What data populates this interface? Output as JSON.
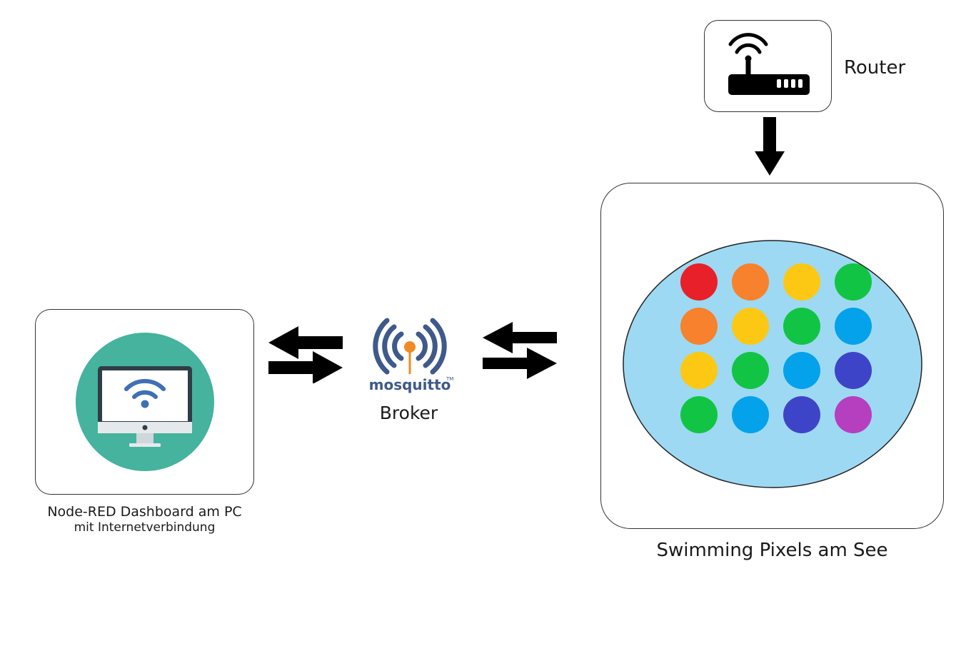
{
  "pc": {
    "title": "Node-RED Dashboard am PC",
    "subtitle": "mit Internetverbindung",
    "icon": "monitor-wifi-icon",
    "circle_color": "#45b39d"
  },
  "broker": {
    "logo_text": "mosquitto",
    "trademark": "TM",
    "label": "Broker",
    "logo_color": "#3f5a8a",
    "accent_color": "#f08a24"
  },
  "router": {
    "label": "Router",
    "icon": "router-wifi-icon"
  },
  "pool": {
    "label": "Swimming Pixels am See",
    "water_color": "#9dd9f3",
    "pixel_grid": [
      [
        "#e8202a",
        "#f7812d",
        "#fdc814",
        "#12c443"
      ],
      [
        "#f7812d",
        "#fdc814",
        "#12c443",
        "#04a2ea"
      ],
      [
        "#fdc814",
        "#12c443",
        "#04a2ea",
        "#3e44c8"
      ],
      [
        "#12c443",
        "#04a2ea",
        "#3e44c8",
        "#b63fc0"
      ]
    ]
  }
}
